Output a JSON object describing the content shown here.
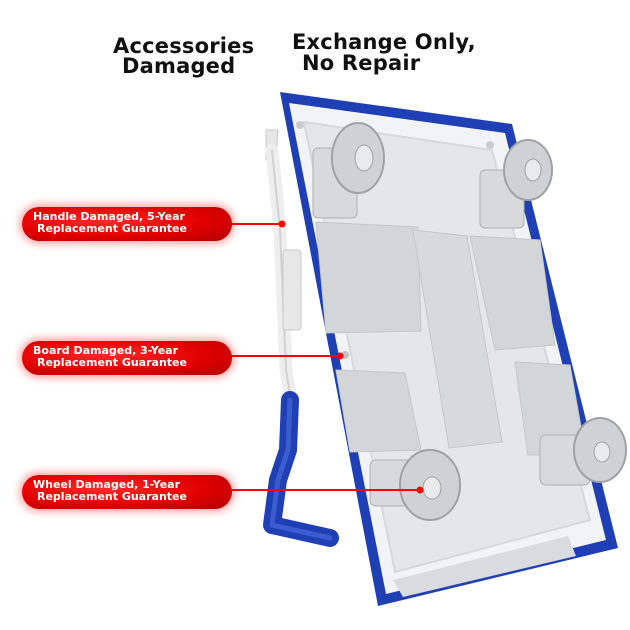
{
  "headline": {
    "left": [
      "Accessories",
      "Damaged"
    ],
    "right": [
      "Exchange Only,",
      "No Repair"
    ]
  },
  "callouts": [
    {
      "line1": "Handle Damaged, 5-Year",
      "line2": "Replacement Guarantee"
    },
    {
      "line1": "Board Damaged, 3-Year",
      "line2": "Replacement Guarantee"
    },
    {
      "line1": "Wheel Damaged, 1-Year",
      "line2": "Replacement Guarantee"
    }
  ],
  "colors": {
    "frame_blue": "#1f3fb5",
    "callout_red": "#e10000",
    "board_gray": "#e4e6e8",
    "leader_red": "#ff0000"
  },
  "icons": [
    "platform-cart-illustration",
    "caster-wheel-icon"
  ]
}
